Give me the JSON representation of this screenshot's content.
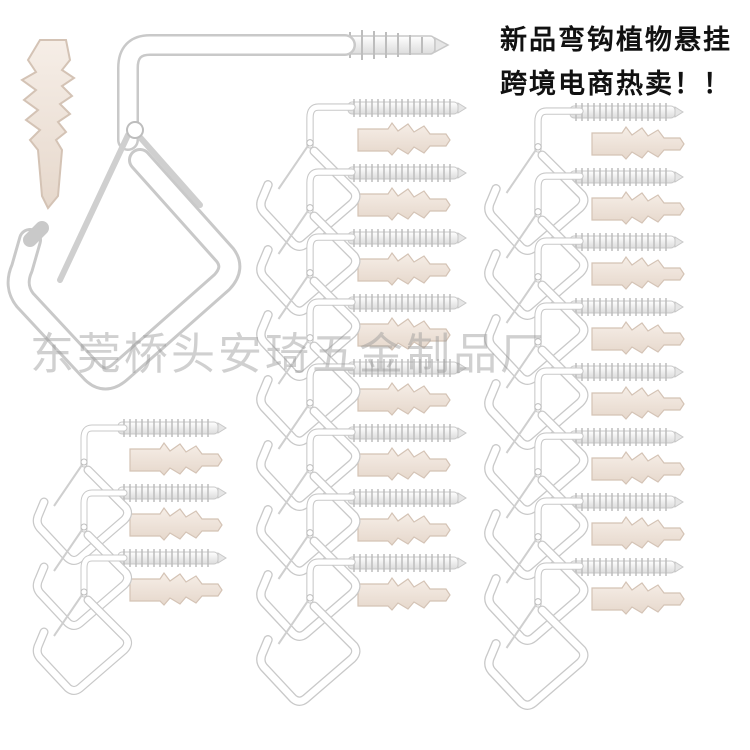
{
  "headline": {
    "line1": "新品弯钩植物悬挂",
    "line2": "跨境电商热卖！！"
  },
  "watermark": "东莞桥头安琦五金制品厂",
  "colors": {
    "background": "#ffffff",
    "hook": "#ffffff",
    "hook_shadow": "#c9c9c9",
    "anchor": "#efe4da",
    "anchor_shadow": "#d8c9bc"
  }
}
